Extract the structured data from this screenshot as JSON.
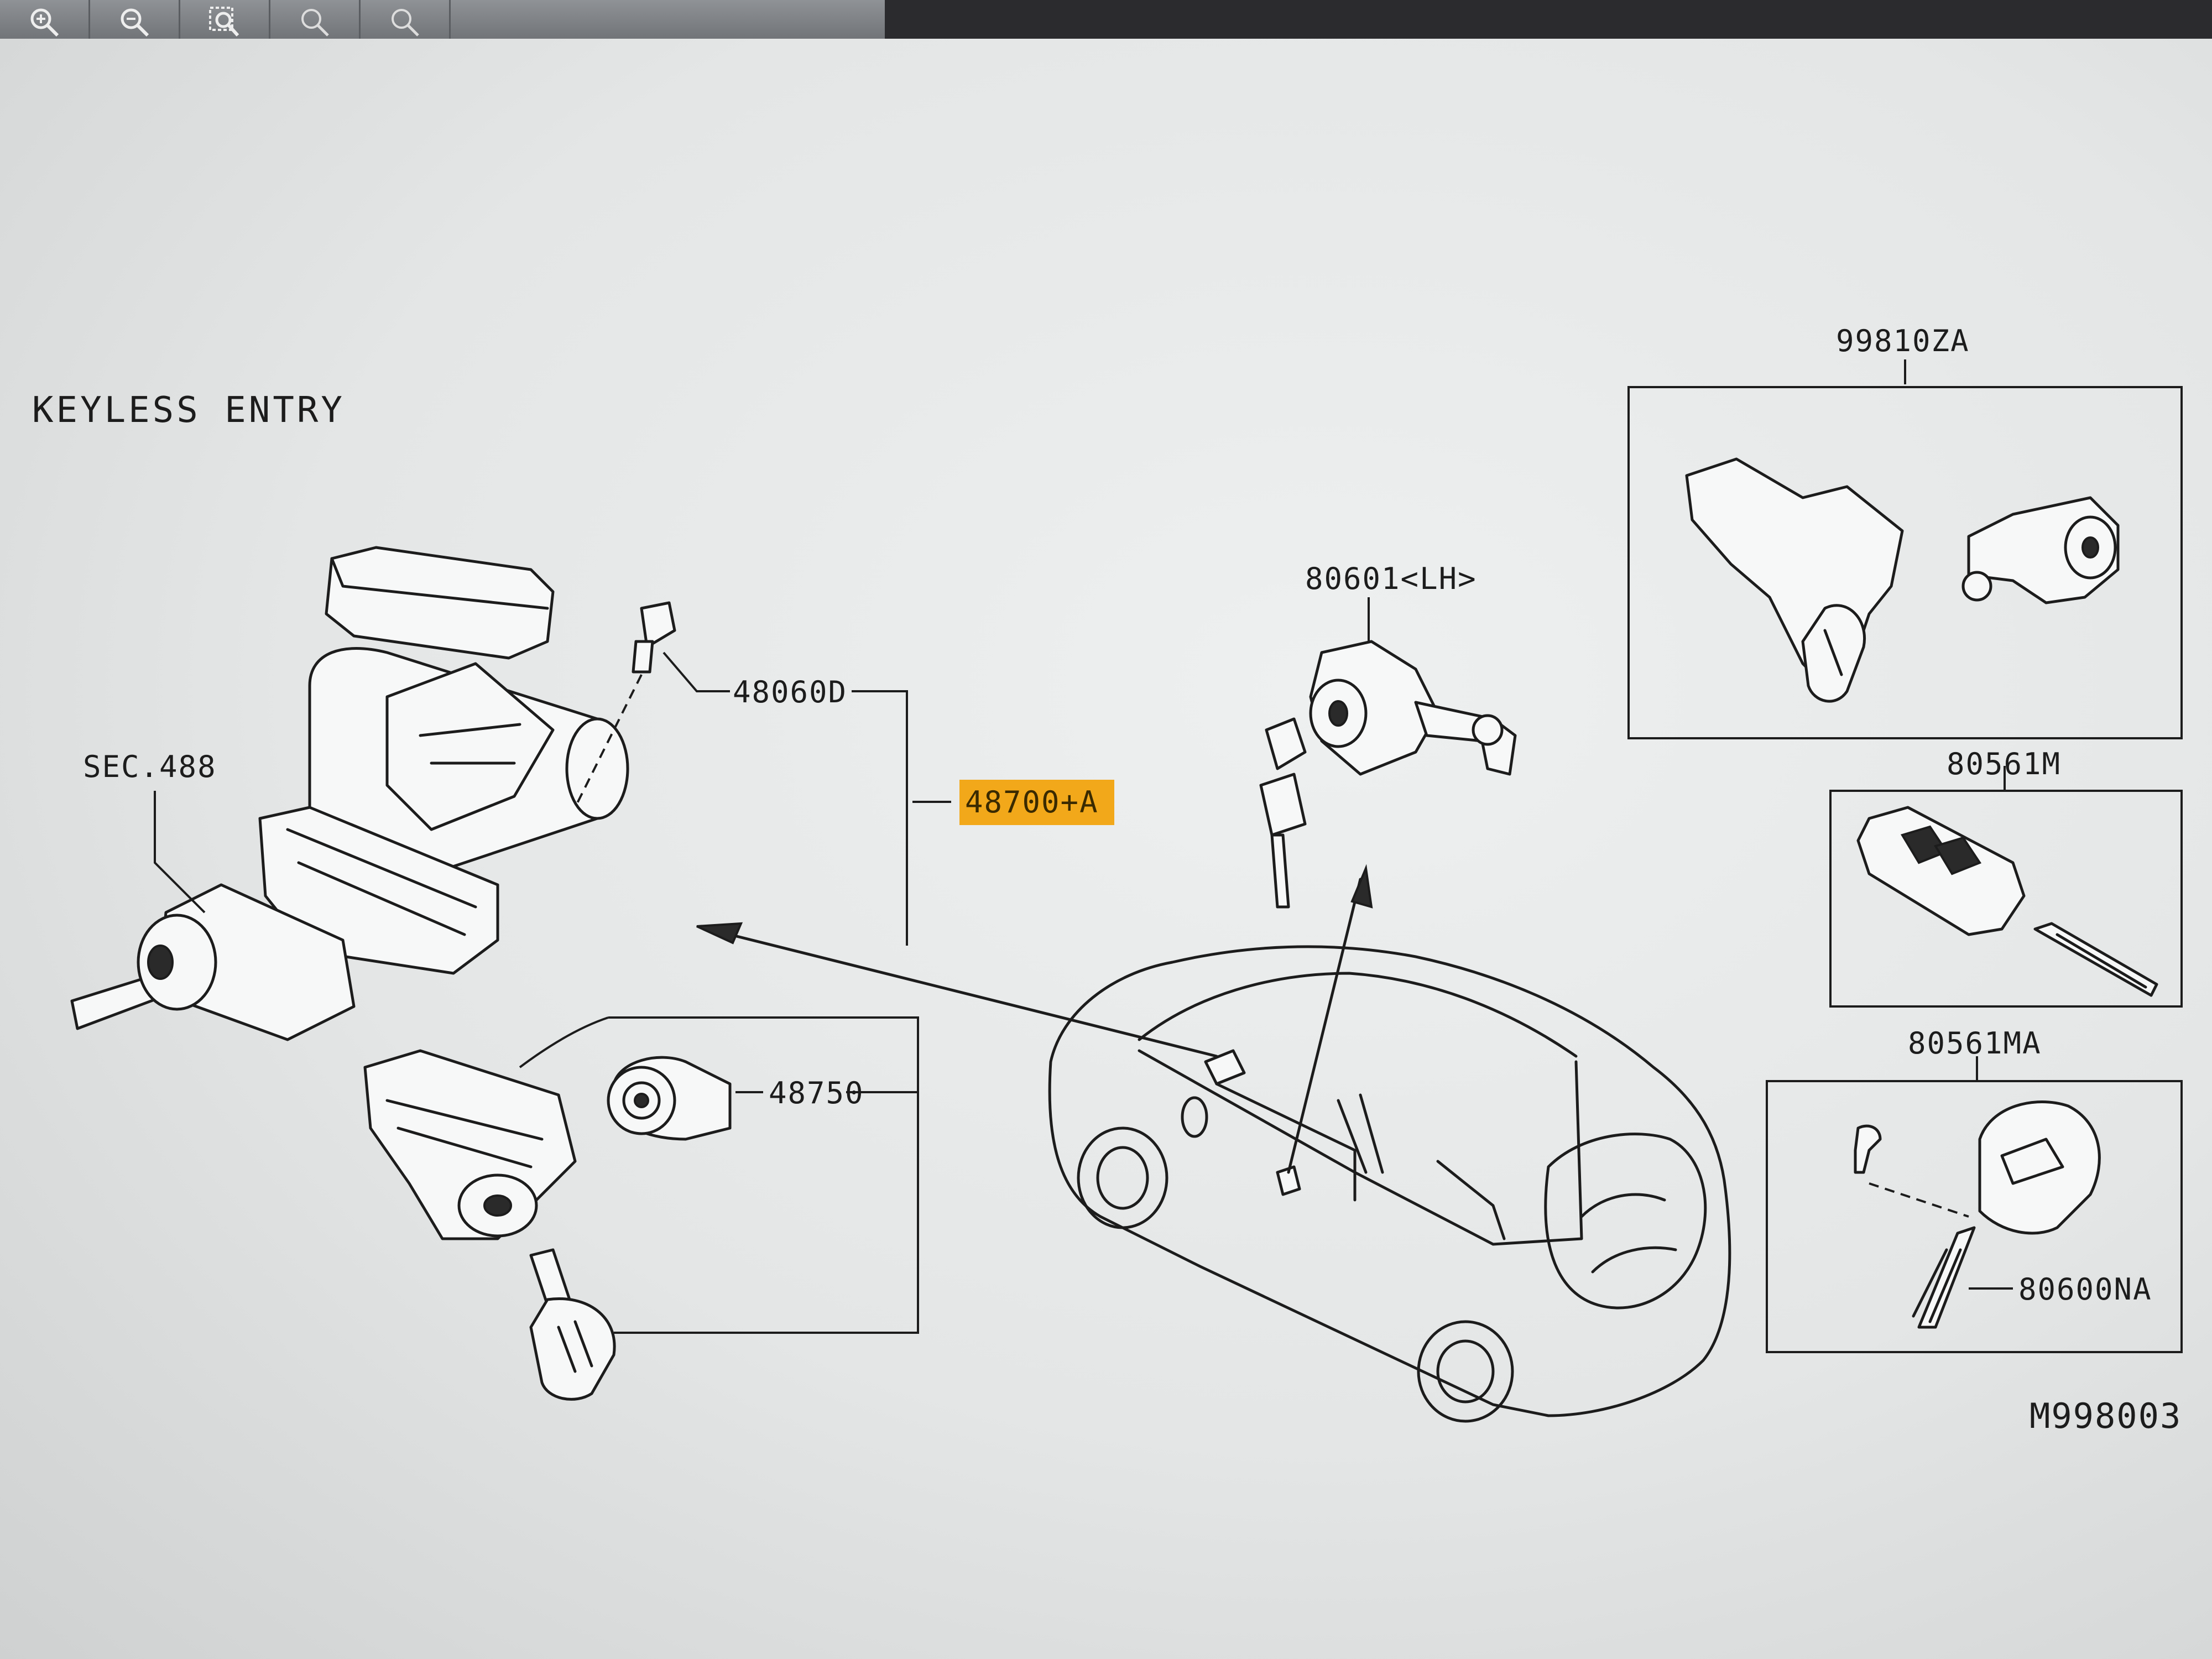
{
  "toolbar": {
    "icons": [
      "zoom-in-icon",
      "zoom-out-icon",
      "zoom-area-icon",
      "zoom-fit-icon",
      "zoom-icon"
    ]
  },
  "diagram": {
    "title": "KEYLESS ENTRY",
    "labels": {
      "sec_488": "SEC.488",
      "p48060d": "48060D",
      "p48700a": "48700+A",
      "p48750": "48750",
      "p80601lh": "80601<LH>",
      "p99810za": "99810ZA",
      "p80561m": "80561M",
      "p80561ma": "80561MA",
      "p80600na": "80600NA",
      "ref": "M998003"
    },
    "colors": {
      "highlight": "#f2a81a",
      "line": "#1c1c1c",
      "paper": "#e8eaea"
    }
  }
}
